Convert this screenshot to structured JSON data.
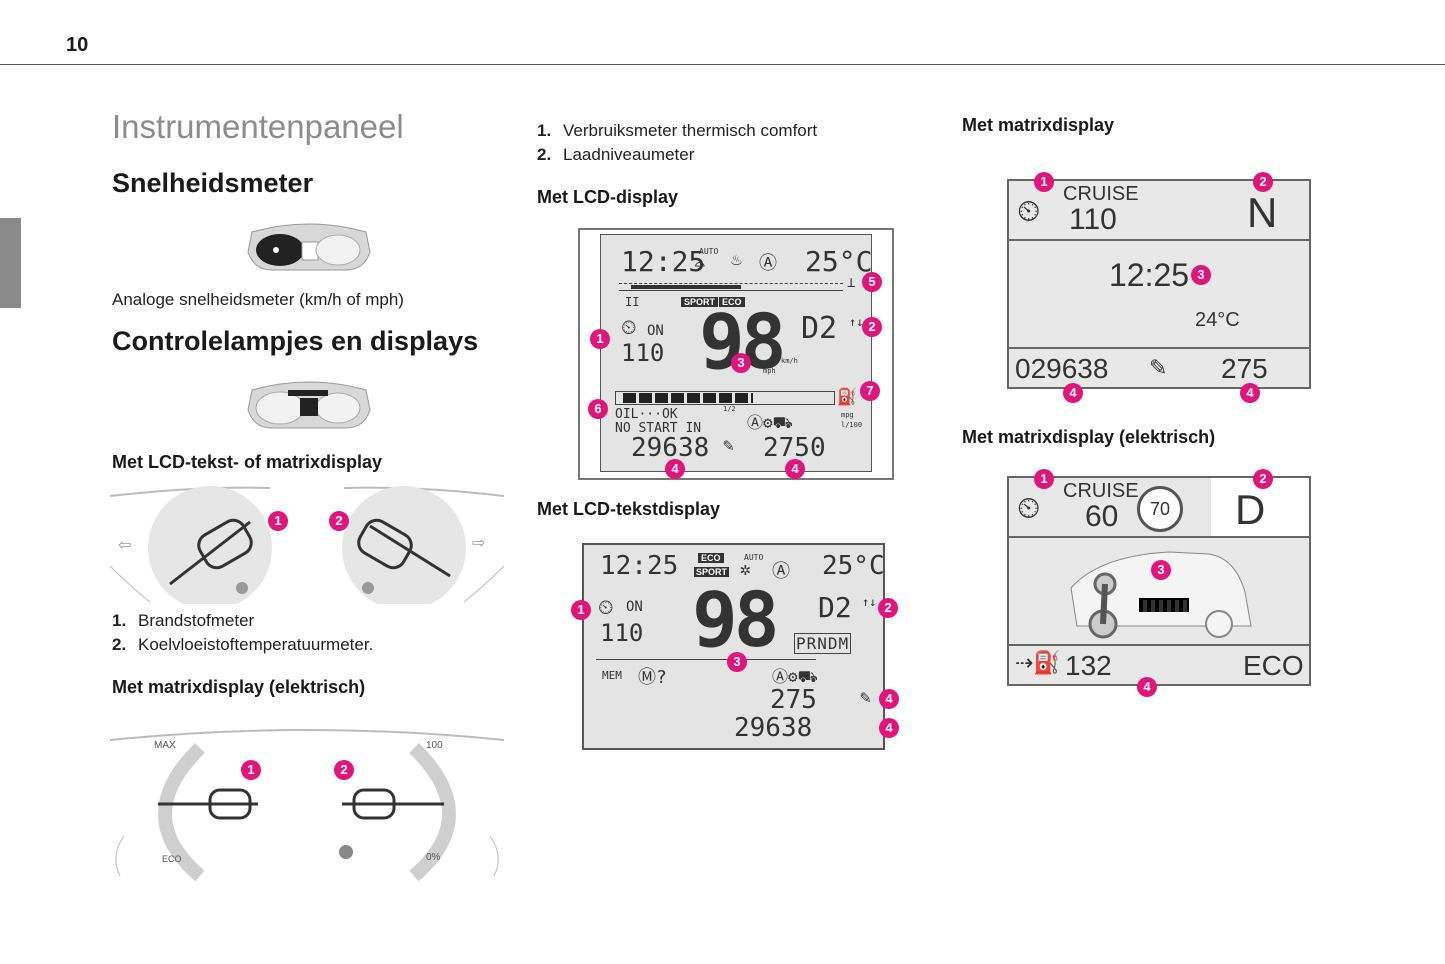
{
  "page": {
    "number": "10"
  },
  "col1": {
    "title": "Instrumentenpaneel",
    "speedometer_heading": "Snelheidsmeter",
    "speedometer_caption": "Analoge snelheidsmeter (km/h of mph)",
    "controls_heading": "Controlelampjes en displays",
    "lcd_text_heading": "Met LCD-tekst- of matrixdisplay",
    "items": [
      {
        "n": "1.",
        "text": "Brandstofmeter"
      },
      {
        "n": "2.",
        "text": "Koelvloeistoftemperatuurmeter."
      }
    ],
    "matrix_elec_heading": "Met matrixdisplay (elektrisch)",
    "gauge_labels": {
      "max": "MAX",
      "eco": "ECO",
      "hundred": "100",
      "zero": "0%"
    }
  },
  "col2": {
    "items": [
      {
        "n": "1.",
        "text": "Verbruiksmeter thermisch comfort"
      },
      {
        "n": "2.",
        "text": "Laadniveaumeter"
      }
    ],
    "lcd_heading": "Met LCD-display",
    "lcd_text_heading": "Met LCD-tekstdisplay",
    "lcd1": {
      "time": "12:25",
      "temp": "25°C",
      "auto": "AUTO",
      "sport": "SPORT",
      "eco": "ECO",
      "on": "ON",
      "limit": "110",
      "speed": "98",
      "gear": "D2",
      "kmh": "km/h",
      "mph": "mph",
      "oil": "OIL···OK",
      "nostart": "NO START IN",
      "odo": "29638",
      "trip": "2750",
      "mpg": "mpg",
      "l100": "l/100",
      "half": "1/2"
    },
    "lcd2": {
      "time": "12:25",
      "temp": "25°C",
      "eco": "ECO",
      "sport": "SPORT",
      "auto": "AUTO",
      "on": "ON",
      "limit": "110",
      "speed": "98",
      "gear": "D2",
      "prndm": "PRNDM",
      "mem": "MEM",
      "range": "275",
      "odo": "29638"
    }
  },
  "col3": {
    "matrix_heading": "Met matrixdisplay",
    "matrix_elec_heading": "Met matrixdisplay (elektrisch)",
    "m1": {
      "cruise": "CRUISE",
      "speed": "110",
      "gear": "N",
      "time": "12:25",
      "temp": "24°C",
      "odo": "029638",
      "service": "275"
    },
    "m2": {
      "cruise": "CRUISE",
      "speed": "60",
      "limit": "70",
      "gear": "D",
      "range": "132",
      "mode": "ECO"
    }
  }
}
